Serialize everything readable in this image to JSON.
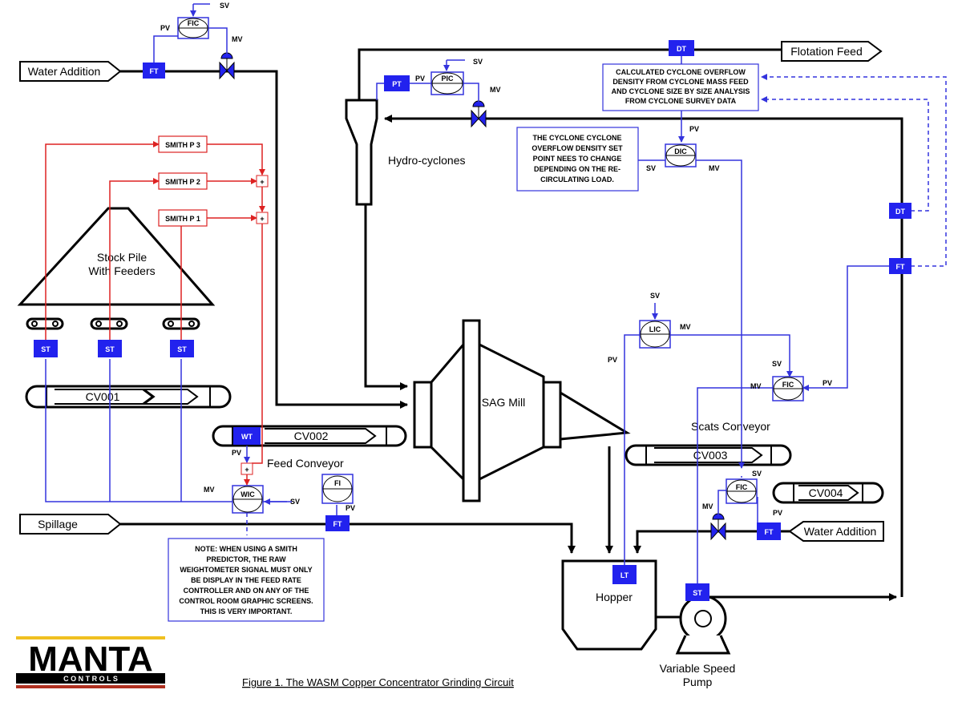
{
  "streams": {
    "water_addition_left": "Water Addition",
    "flotation_feed": "Flotation Feed",
    "spillage": "Spillage",
    "water_addition_right": "Water Addition"
  },
  "equipment": {
    "stockpile_line1": "Stock Pile",
    "stockpile_line2": "With Feeders",
    "hydrocyclones": "Hydro-cyclones",
    "sag_mill": "SAG Mill",
    "scats_conveyor": "Scats Conveyor",
    "feed_conveyor": "Feed Conveyor",
    "hopper": "Hopper",
    "pump_line1": "Variable Speed",
    "pump_line2": "Pump",
    "cv001": "CV001",
    "cv002": "CV002",
    "cv003": "CV003",
    "cv004": "CV004"
  },
  "instruments": {
    "fic_top": "FIC",
    "pic": "PIC",
    "dic": "DIC",
    "lic": "LIC",
    "fic_mid": "FIC",
    "fic_bot": "FIC",
    "wic": "WIC",
    "fi": "FI"
  },
  "transmitters": {
    "ft_water": "FT",
    "pt": "PT",
    "dt_top": "DT",
    "dt_right": "DT",
    "ft_right": "FT",
    "st1": "ST",
    "st2": "ST",
    "st3": "ST",
    "wt": "WT",
    "ft_spill": "FT",
    "lt": "LT",
    "st_pump": "ST",
    "ft_water_right": "FT"
  },
  "smith": {
    "p3": "SMITH P 3",
    "p2": "SMITH P 2",
    "p1": "SMITH P 1",
    "plus": "+"
  },
  "signals": {
    "pv": "PV",
    "sv": "SV",
    "mv": "MV"
  },
  "notes": {
    "calc": [
      "CALCULATED CYCLONE OVERFLOW",
      "DENSITY FROM CYCLONE MASS FEED",
      "AND CYCLONE SIZE BY SIZE ANALYSIS",
      "FROM CYCLONE SURVEY DATA"
    ],
    "setpoint": [
      "THE CYCLONE CYCLONE",
      "OVERFLOW DENSITY SET",
      "POINT NEES TO CHANGE",
      "DEPENDING ON THE RE-",
      "CIRCULATING LOAD."
    ],
    "smith_note": [
      "NOTE: WHEN USING A SMITH",
      "PREDICTOR, THE RAW",
      "WEIGHTOMETER SIGNAL MUST ONLY",
      "BE DISPLAY IN THE FEED RATE",
      "CONTROLLER AND ON ANY OF THE",
      "CONTROL ROOM GRAPHIC SCREENS.",
      "THIS IS VERY IMPORTANT."
    ]
  },
  "logo": {
    "main": "MANTA",
    "sub": "C O N T R O L S"
  },
  "caption": "Figure 1.  The WASM Copper Concentrator Grinding Circuit",
  "colors": {
    "process": "#000000",
    "control": "#3333dd",
    "smith": "#dd2222",
    "tag_fill": "#2222ee",
    "logo_bar": "#f0c020",
    "logo_red": "#b03020"
  }
}
